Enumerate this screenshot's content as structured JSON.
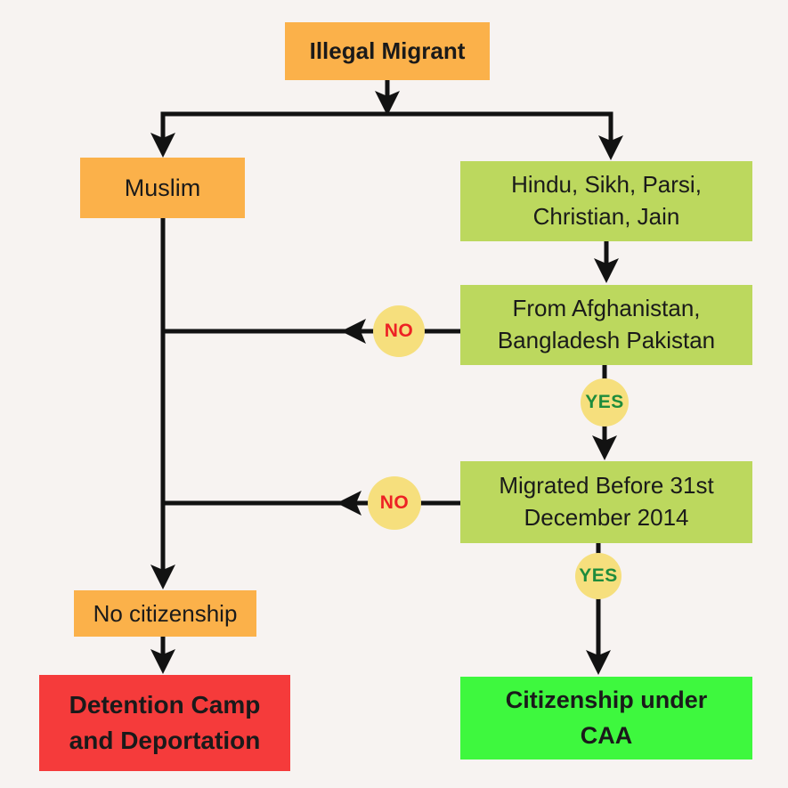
{
  "background_color": "#F7F3F1",
  "line_color": "#121212",
  "flowchart": {
    "nodes": [
      {
        "id": "illegal-migrant",
        "label": "Illegal Migrant",
        "color": "#FBB14A",
        "text_color": "#1a1a1a",
        "style": "bold"
      },
      {
        "id": "muslim",
        "label": "Muslim",
        "color": "#FBB14A",
        "text_color": "#1a1a1a",
        "style": "regular"
      },
      {
        "id": "non-muslim-religions",
        "label": "Hindu, Sikh, Parsi, Christian, Jain",
        "color": "#BCD85E",
        "text_color": "#1a1a1a",
        "style": "regular"
      },
      {
        "id": "from-countries",
        "label": "From Afghanistan, Bangladesh Pakistan",
        "color": "#BCD85E",
        "text_color": "#1a1a1a",
        "style": "regular"
      },
      {
        "id": "migrated-before",
        "label": "Migrated Before 31st December 2014",
        "color": "#BCD85E",
        "text_color": "#1a1a1a",
        "style": "regular"
      },
      {
        "id": "no-citizenship",
        "label": "No citizenship",
        "color": "#FBB14A",
        "text_color": "#1a1a1a",
        "style": "regular"
      },
      {
        "id": "detention-camp",
        "label": "Detention Camp and Deportation",
        "color": "#F53B3B",
        "text_color": "#1a1a1a",
        "style": "bold"
      },
      {
        "id": "citizenship-caa",
        "label": "Citizenship under CAA",
        "color": "#3EF83E",
        "text_color": "#1a1a1a",
        "style": "bold"
      }
    ],
    "decision_badges": [
      {
        "id": "no-1",
        "label": "NO",
        "fill": "#F6DF7D",
        "text_color": "#ED2224"
      },
      {
        "id": "yes-1",
        "label": "YES",
        "fill": "#F6DF7D",
        "text_color": "#1E8C3C"
      },
      {
        "id": "no-2",
        "label": "NO",
        "fill": "#F6DF7D",
        "text_color": "#ED2224"
      },
      {
        "id": "yes-2",
        "label": "YES",
        "fill": "#F6DF7D",
        "text_color": "#1E8C3C"
      }
    ]
  }
}
